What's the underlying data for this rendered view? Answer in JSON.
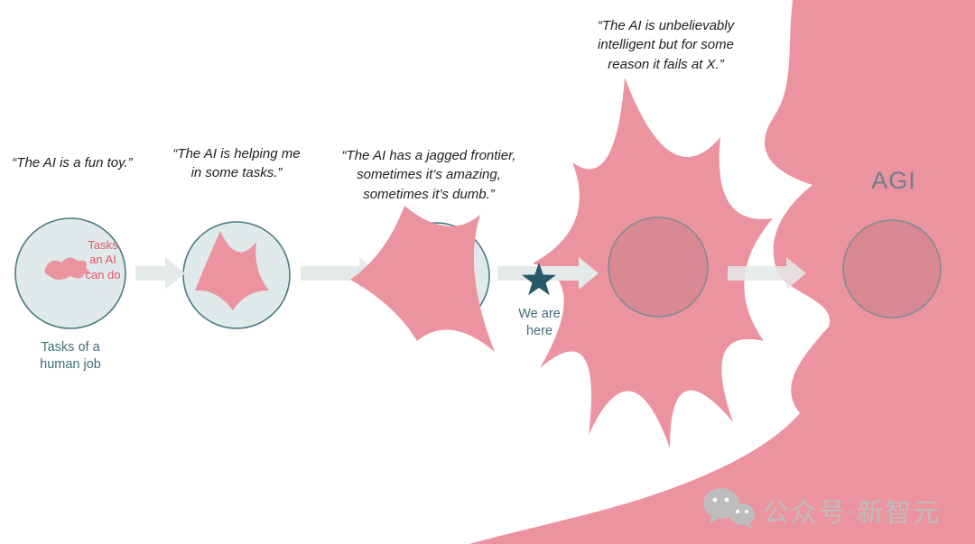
{
  "quotes": {
    "fun_toy": "“The AI is a fun toy.”",
    "helping": "“The AI is helping me\nin some tasks.”",
    "jagged": "“The AI has a jagged frontier,\nsometimes it’s amazing,\nsometimes it’s dumb.”",
    "unbelievable": "“The AI is unbelievably\nintelligent but for some\nreason it fails at X.”"
  },
  "labels": {
    "tasks_ai": "Tasks\nan AI\ncan do",
    "tasks_human": "Tasks of a\nhuman job",
    "we_are_here": "We are\nhere",
    "agi": "AGI"
  },
  "watermark": {
    "text": "公众号·新智元",
    "icon": "wechat-icon"
  },
  "colors": {
    "blob_pink": "#EC93A0",
    "circle_fill": "#E0EAEA",
    "circle_stroke": "#4A7A82",
    "inner_circle_stroke": "#7E8D93",
    "arrow": "#E4EAE9",
    "star": "#27596A",
    "quote_text": "#1F1F1F",
    "red_text": "#E0556A",
    "teal_text": "#3F6E78",
    "agi_text": "#6E7F8D",
    "watermark_gray": "#BDBDBD"
  }
}
